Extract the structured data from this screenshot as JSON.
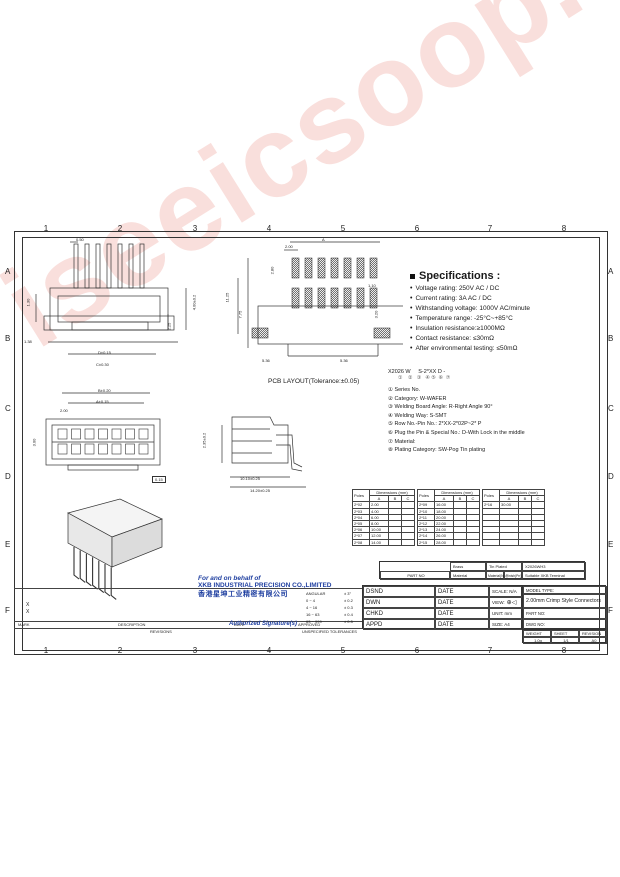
{
  "ruler": {
    "cols": [
      "1",
      "2",
      "3",
      "4",
      "5",
      "6",
      "7",
      "8"
    ],
    "rows": [
      "A",
      "B",
      "C",
      "D",
      "E",
      "F"
    ]
  },
  "dims": {
    "d050": "0.50",
    "d130": "1.30",
    "d138": "1.38",
    "d015": "D±0.15",
    "c030": "C±0.30",
    "d225": "2.25",
    "d400": "4.00±0.2",
    "b020": "B±0.20",
    "a015": "A±0.15",
    "d200": "2.00",
    "d300": "3.00",
    "d235": "2.35±0.2",
    "d1010": "10.10±0.25",
    "d1420": "14.20±0.25",
    "d115": "0.15",
    "pcb_a": "A",
    "pcb_200": "2.00",
    "pcb_280": "2.80",
    "pcb_1125": "11.25",
    "pcb_775": "7.75",
    "pcb_110": "1.10",
    "pcb_320": "3.20",
    "pcb_536a": "5.36",
    "pcb_536b": "5.36"
  },
  "pcb_layout_label": "PCB LAYOUT(Tolerance:±0.05)",
  "specifications": {
    "title": "Specifications :",
    "items": [
      "Voltage rating: 250V AC / DC",
      "Current rating: 3A  AC / DC",
      "Withstanding voltage: 1000V AC/minute",
      "Temperature range: -25°C~+85°C",
      "Insulation resistance:≥1000MΩ",
      "Contact resistance: ≤30mΩ",
      "After environmental testing:  ≤50mΩ"
    ]
  },
  "part_code": {
    "pattern": "X2026 W     S-2*XX D -",
    "indices": "①    ②   ③   ④ ⑤  ⑥  ⑦",
    "lines": [
      "① Series No.",
      "② Category:  W-WAFER",
      "③ Welding Board Angle: R-Right Angle 90°",
      "④ Welding Way:  S-SMT",
      "⑤ Row No.-Pin No.: 2*XX-2*02P~2*     P",
      "⑥ Plug the Pin & Special No.:  D-With Lock in the middle",
      "⑦ Material:",
      "⑧ Plating Category: SW-Pog Tin plating"
    ]
  },
  "dim_table": {
    "header_poles": "Poles",
    "header_dims": "Dimensions (mm)",
    "cols": [
      "A",
      "B",
      "C"
    ],
    "group1": [
      [
        "2*02",
        "2.00"
      ],
      [
        "2*03",
        "4.00"
      ],
      [
        "2*04",
        "6.00"
      ],
      [
        "2*05",
        "8.00"
      ],
      [
        "2*06",
        "10.00"
      ],
      [
        "2*07",
        "12.00"
      ],
      [
        "2*08",
        "14.00"
      ]
    ],
    "group2": [
      [
        "2*09",
        "16.00"
      ],
      [
        "2*10",
        "18.00"
      ],
      [
        "2*11",
        "20.00"
      ],
      [
        "2*12",
        "22.00"
      ],
      [
        "2*13",
        "24.00"
      ],
      [
        "2*14",
        "26.00"
      ],
      [
        "2*15",
        "28.00"
      ]
    ],
    "group3": [
      [
        "2*16",
        "30.00"
      ]
    ]
  },
  "part_strip": {
    "brass": "Brass",
    "tin_plated": "Tin Plated",
    "part_code": "X2026WH3",
    "part_no": "PART NO",
    "material": "Material",
    "material_no": "Material(No.)",
    "finish": "Finish(Pn)",
    "suitable": "Suitable XKB Terminal"
  },
  "company": {
    "behalf": "For and on behalf of",
    "name": "XKB INDUSTRIAL PRECISION CO.,LIMITED",
    "chinese": "香港星坤工业精密有限公司",
    "signature": "Authorized Signature(s)"
  },
  "tolerances": {
    "angular_label": "ANGULAR",
    "angular_val": "± 3°",
    "rows": [
      [
        "0 ~ 4",
        "± 0.2"
      ],
      [
        "4 ~ 16",
        "± 0.3"
      ],
      [
        "16 ~ 63",
        "± 0.4"
      ],
      [
        "63 ~ 999",
        "± 0.5"
      ]
    ],
    "unspecified": "UNSPECIFIED TOLERANCES"
  },
  "revisions": {
    "mark_x1": "X",
    "mark_x2": "X",
    "mark": "MARK",
    "description": "DESCRIPTION",
    "date": "DATE",
    "approved": "APPROVED",
    "title": "REVISIONS"
  },
  "title_block": {
    "dsnd": "DSND",
    "dwn": "DWN",
    "chkd": "CHKD",
    "appd": "APPD",
    "date": "DATE",
    "scale": "SCALE: N/A",
    "view": "VIEW:",
    "unit": "UNIT: mm",
    "size": "SIZE: A4",
    "model_type": "MODEL TYPE:",
    "model_desc": "2.00mm Crimp Style Connectors",
    "part_no": "PART NO:",
    "dwg_no": "DWG NO:",
    "weight": "WEIGHT",
    "sheet": "SHEET",
    "revision": "REVISION",
    "weight_val": "1.0g",
    "sheet_val": "1/1",
    "revision_val": "A0"
  },
  "watermark": "iseeicsoop.com"
}
